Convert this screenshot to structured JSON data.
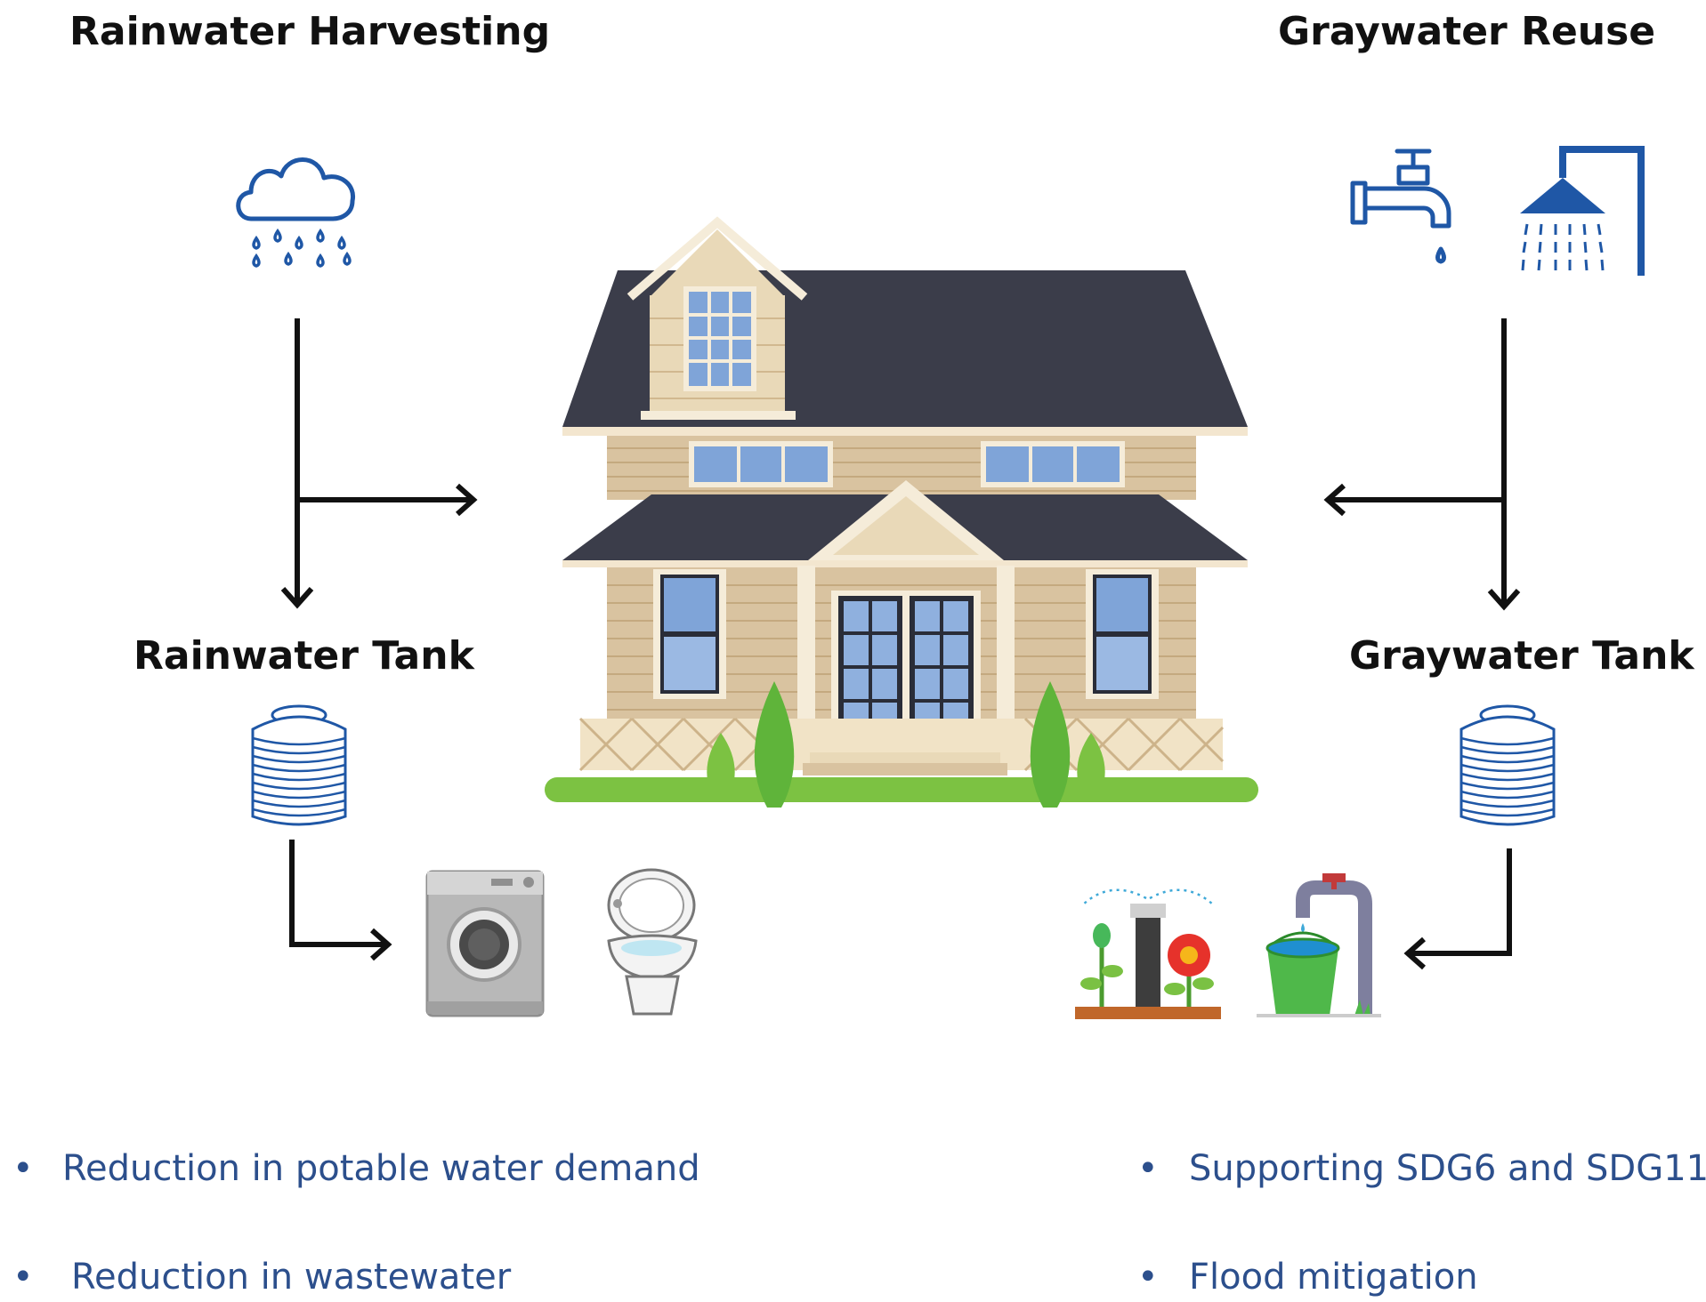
{
  "rainwater": {
    "title": "Rainwater Harvesting",
    "tank_label": "Rainwater Tank",
    "icons": [
      "cloud-rain-icon",
      "water-tank-icon",
      "washing-machine-icon",
      "toilet-icon"
    ],
    "benefits": [
      "Reduction in potable water demand",
      "Reduction in wastewater"
    ]
  },
  "graywater": {
    "title": "Graywater Reuse",
    "tank_label": "Graywater Tank",
    "icons": [
      "faucet-icon",
      "shower-icon",
      "water-tank-icon",
      "garden-sprinkler-icon",
      "bucket-tap-icon"
    ],
    "benefits": [
      "Supporting SDG6 and SDG11",
      "Flood mitigation"
    ]
  },
  "bullet_char": "•",
  "colors": {
    "arrow": "#111111",
    "icon_blue": "#1f57a6",
    "benefit_text": "#2c4f8c",
    "roof": "#3b3d4a",
    "siding": "#d9c3a0",
    "lawn": "#7cc242"
  }
}
